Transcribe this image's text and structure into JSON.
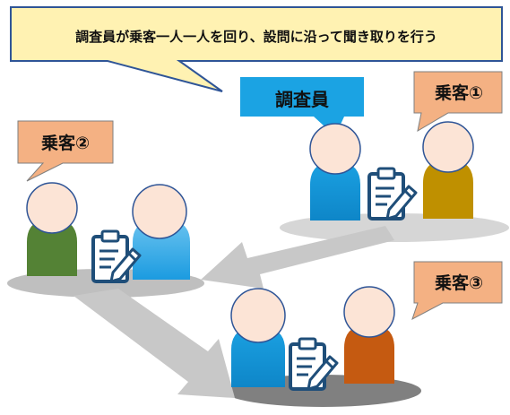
{
  "header_callout": {
    "text": "調査員が乗客一人一人を回り、設問に沿って聞き取りを行う"
  },
  "surveyor_callout": {
    "text": "調査員"
  },
  "passenger_callouts": [
    {
      "text": "乗客①"
    },
    {
      "text": "乗客②"
    },
    {
      "text": "乗客③"
    }
  ],
  "colors": {
    "header_fill": "#FFF2B2",
    "header_border": "#2F5597",
    "surveyor_label_fill": "#1BA3E3",
    "passenger_label_fill": "#F4B183",
    "person_skin": "#FCE4D6",
    "surveyor_body": "#1BA1E2",
    "passenger1_body": "#BF9000",
    "passenger2_body": "#548235",
    "passenger3_body": "#C55A11",
    "shadow": "#BFBFBF",
    "arrow": "#C8C8C8",
    "clipboard_fill": "#1F4E79"
  }
}
